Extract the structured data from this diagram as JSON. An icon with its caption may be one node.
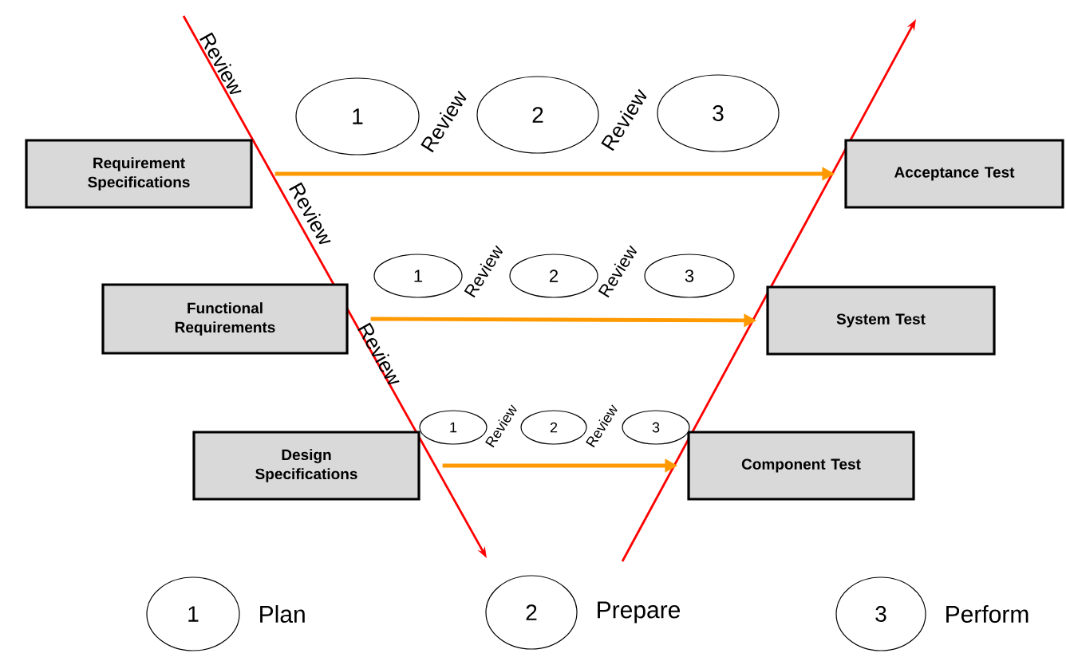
{
  "diagram": {
    "nodes": [
      {
        "text": [
          "Requirement Specifications"
        ]
      },
      {
        "text": [
          "Acceptance Test"
        ]
      },
      {
        "text": [
          "Functional Requirements"
        ]
      },
      {
        "text": [
          "System Test"
        ]
      },
      {
        "text": [
          "Design Specifications"
        ]
      },
      {
        "text": [
          "Component Test"
        ]
      },
      {
        "text": [
          "1"
        ]
      },
      {
        "text": [
          "2"
        ]
      },
      {
        "text": [
          "3"
        ]
      },
      {
        "text": [
          "1"
        ]
      },
      {
        "text": [
          "2"
        ]
      },
      {
        "text": [
          "3"
        ]
      },
      {
        "text": [
          "1"
        ]
      },
      {
        "text": [
          "2"
        ]
      },
      {
        "text": [
          "3"
        ]
      },
      {
        "text": [
          "1"
        ],
        "beside": [
          "Plan"
        ]
      },
      {
        "text": [
          "2"
        ],
        "beside": [
          "Prepare"
        ]
      },
      {
        "text": [
          "3"
        ],
        "beside": [
          "Perform"
        ]
      }
    ],
    "edges": [
      {
        "from": 0,
        "to": 1,
        "arrow": "to"
      },
      {
        "from": 2,
        "to": 3,
        "arrow": "to"
      },
      {
        "from": 4,
        "to": 5,
        "arrow": "to"
      }
    ],
    "labels": [
      "Review",
      "Review",
      "Review",
      "Review",
      "Review",
      "Review",
      "Review",
      "Review",
      "Review"
    ]
  }
}
